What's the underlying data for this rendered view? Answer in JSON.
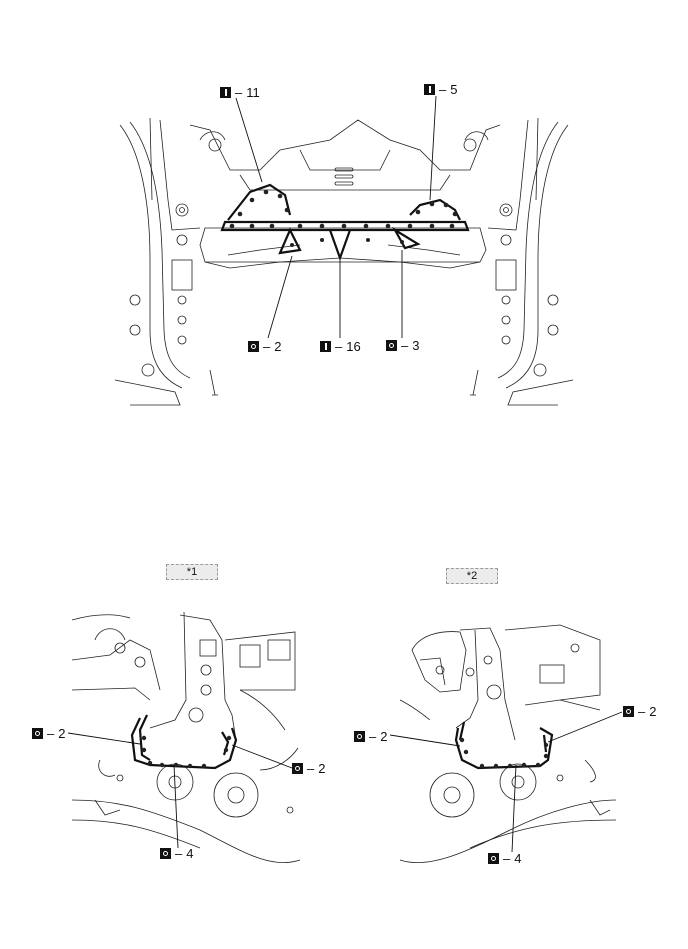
{
  "callouts": {
    "top_left": {
      "symbol": "bar",
      "number": "11"
    },
    "top_right": {
      "symbol": "bar",
      "number": "5"
    },
    "top_bottom_left": {
      "symbol": "ring",
      "number": "2"
    },
    "top_bottom_center": {
      "symbol": "bar",
      "number": "16"
    },
    "top_bottom_right": {
      "symbol": "ring",
      "number": "3"
    },
    "v1_left": {
      "symbol": "ring",
      "number": "2"
    },
    "v1_right": {
      "symbol": "ring",
      "number": "2"
    },
    "v1_bottom": {
      "symbol": "ring",
      "number": "4"
    },
    "v2_left": {
      "symbol": "ring",
      "number": "2"
    },
    "v2_right": {
      "symbol": "ring",
      "number": "2"
    },
    "v2_bottom": {
      "symbol": "ring",
      "number": "4"
    }
  },
  "dash": "–",
  "view_labels": {
    "view1": "*1",
    "view2": "*2"
  }
}
